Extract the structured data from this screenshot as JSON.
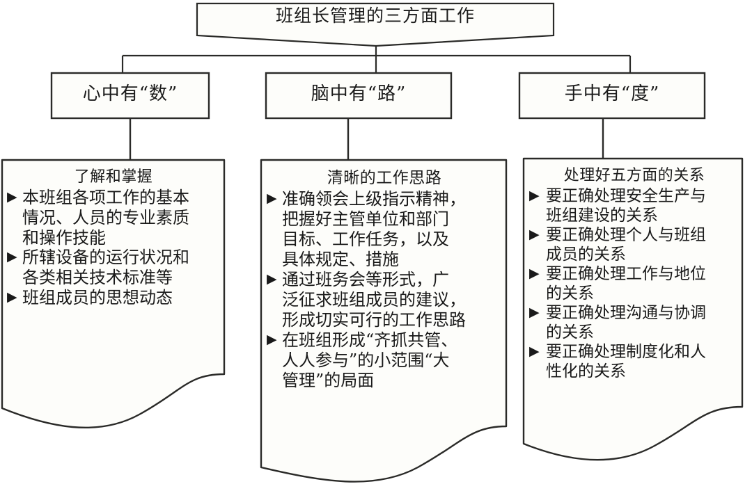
{
  "diagram": {
    "title": "班组长管理的三方面工作",
    "branches": [
      {
        "label": "心中有“数”",
        "panel_head": "了解和掌握",
        "bullets": [
          "本班组各项工作的基本\n情况、人员的专业素质\n和操作技能",
          "所辖设备的运行状况和\n各类相关技术标准等",
          "班组成员的思想动态"
        ]
      },
      {
        "label": "脑中有“路”",
        "panel_head": "清晰的工作思路",
        "bullets": [
          "准确领会上级指示精神，\n把握好主管单位和部门\n目标、工作任务，以及\n具体规定、措施",
          "通过班务会等形式，广\n泛征求班组成员的建议，\n形成切实可行的工作思路",
          "在班组形成“齐抓共管、\n人人参与”的小范围“大\n管理”的局面"
        ]
      },
      {
        "label": "手中有“度”",
        "panel_head": "处理好五方面的关系",
        "bullets": [
          "要正确处理安全生产与\n班组建设的关系",
          " 要正确处理个人与班组\n成员的关系",
          "要正确处理工作与地位\n的关系",
          "要正确处理沟通与协调\n的关系",
          "要正确处理制度化和人\n性化的关系"
        ]
      }
    ],
    "bullet_marker": "triangle-right-icon",
    "bullet_glyph": "▶",
    "colors": {
      "background": "#ffffff",
      "stroke": "#2a2a28",
      "shape_fill": "#fdfdfa",
      "text": "#1a1a1a"
    }
  }
}
